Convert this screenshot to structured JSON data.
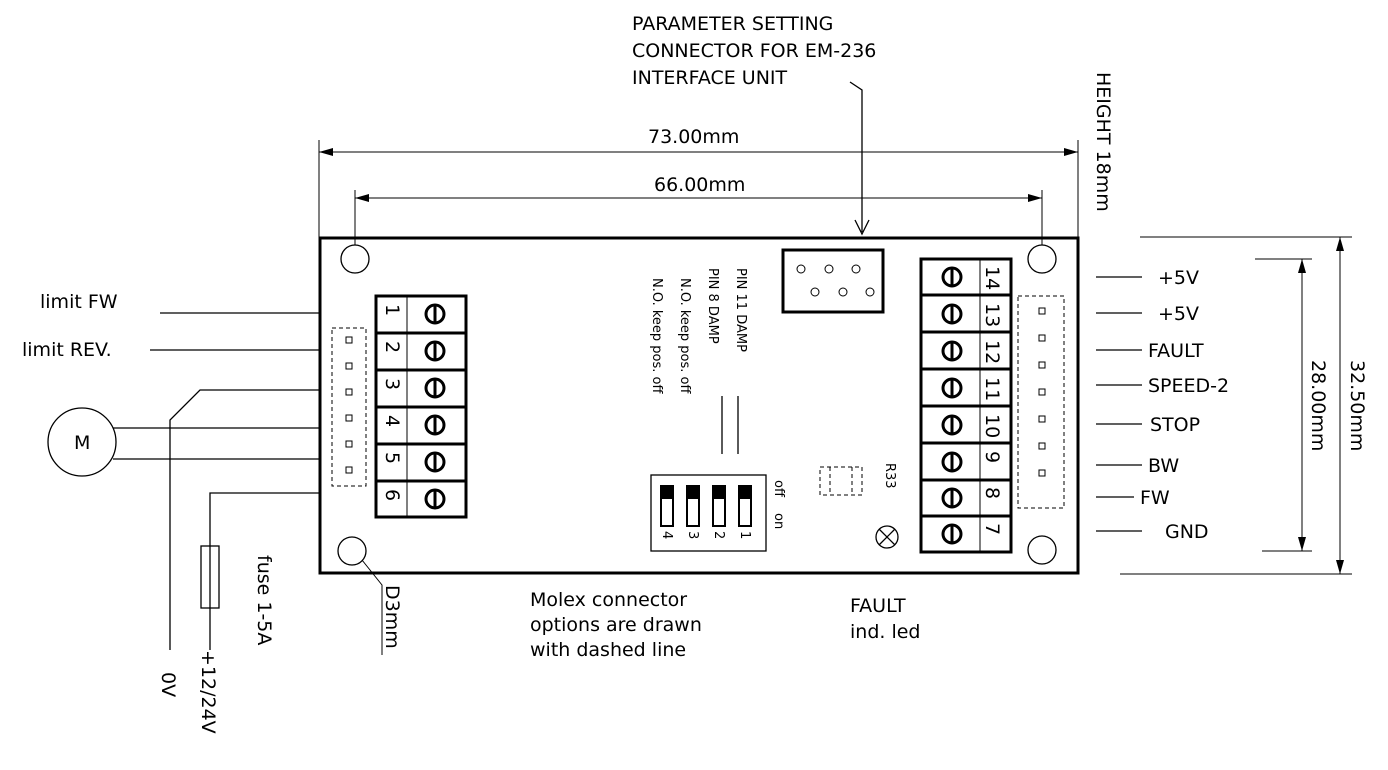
{
  "callout": {
    "line1": "PARAMETER SETTING",
    "line2": "CONNECTOR FOR EM-236",
    "line3": "INTERFACE UNIT"
  },
  "dimensions": {
    "width_outer": "73.00mm",
    "width_holes": "66.00mm",
    "height_board": "HEIGHT 18mm",
    "depth_outer": "32.50mm",
    "depth_holes": "28.00mm",
    "hole_dia": "D3mm"
  },
  "left_connector": {
    "terminals": [
      "1",
      "2",
      "3",
      "4",
      "5",
      "6"
    ],
    "signals": [
      "limit FW",
      "limit REV."
    ]
  },
  "right_connector": {
    "terminals": [
      "14",
      "13",
      "12",
      "11",
      "10",
      "9",
      "8",
      "7"
    ],
    "signals": [
      "+5V",
      "+5V",
      "FAULT",
      "SPEED-2",
      "STOP",
      "BW",
      "FW",
      "GND"
    ]
  },
  "motor": {
    "symbol": "M"
  },
  "supply": {
    "fuse": "fuse 1-5A",
    "vplus": "+12/24V",
    "vzero": "0V"
  },
  "dip": {
    "numbers": [
      "1",
      "2",
      "3",
      "4"
    ],
    "off": "off",
    "on": "on",
    "notes": [
      "PIN 11 DAMP",
      "PIN 8 DAMP",
      "N.O. keep pos. off",
      "N.O. keep pos. off"
    ]
  },
  "resistor": "R33",
  "led": {
    "line1": "FAULT",
    "line2": "ind. led"
  },
  "note": {
    "line1": "Molex connector",
    "line2": "options are drawn",
    "line3": "with dashed line"
  }
}
